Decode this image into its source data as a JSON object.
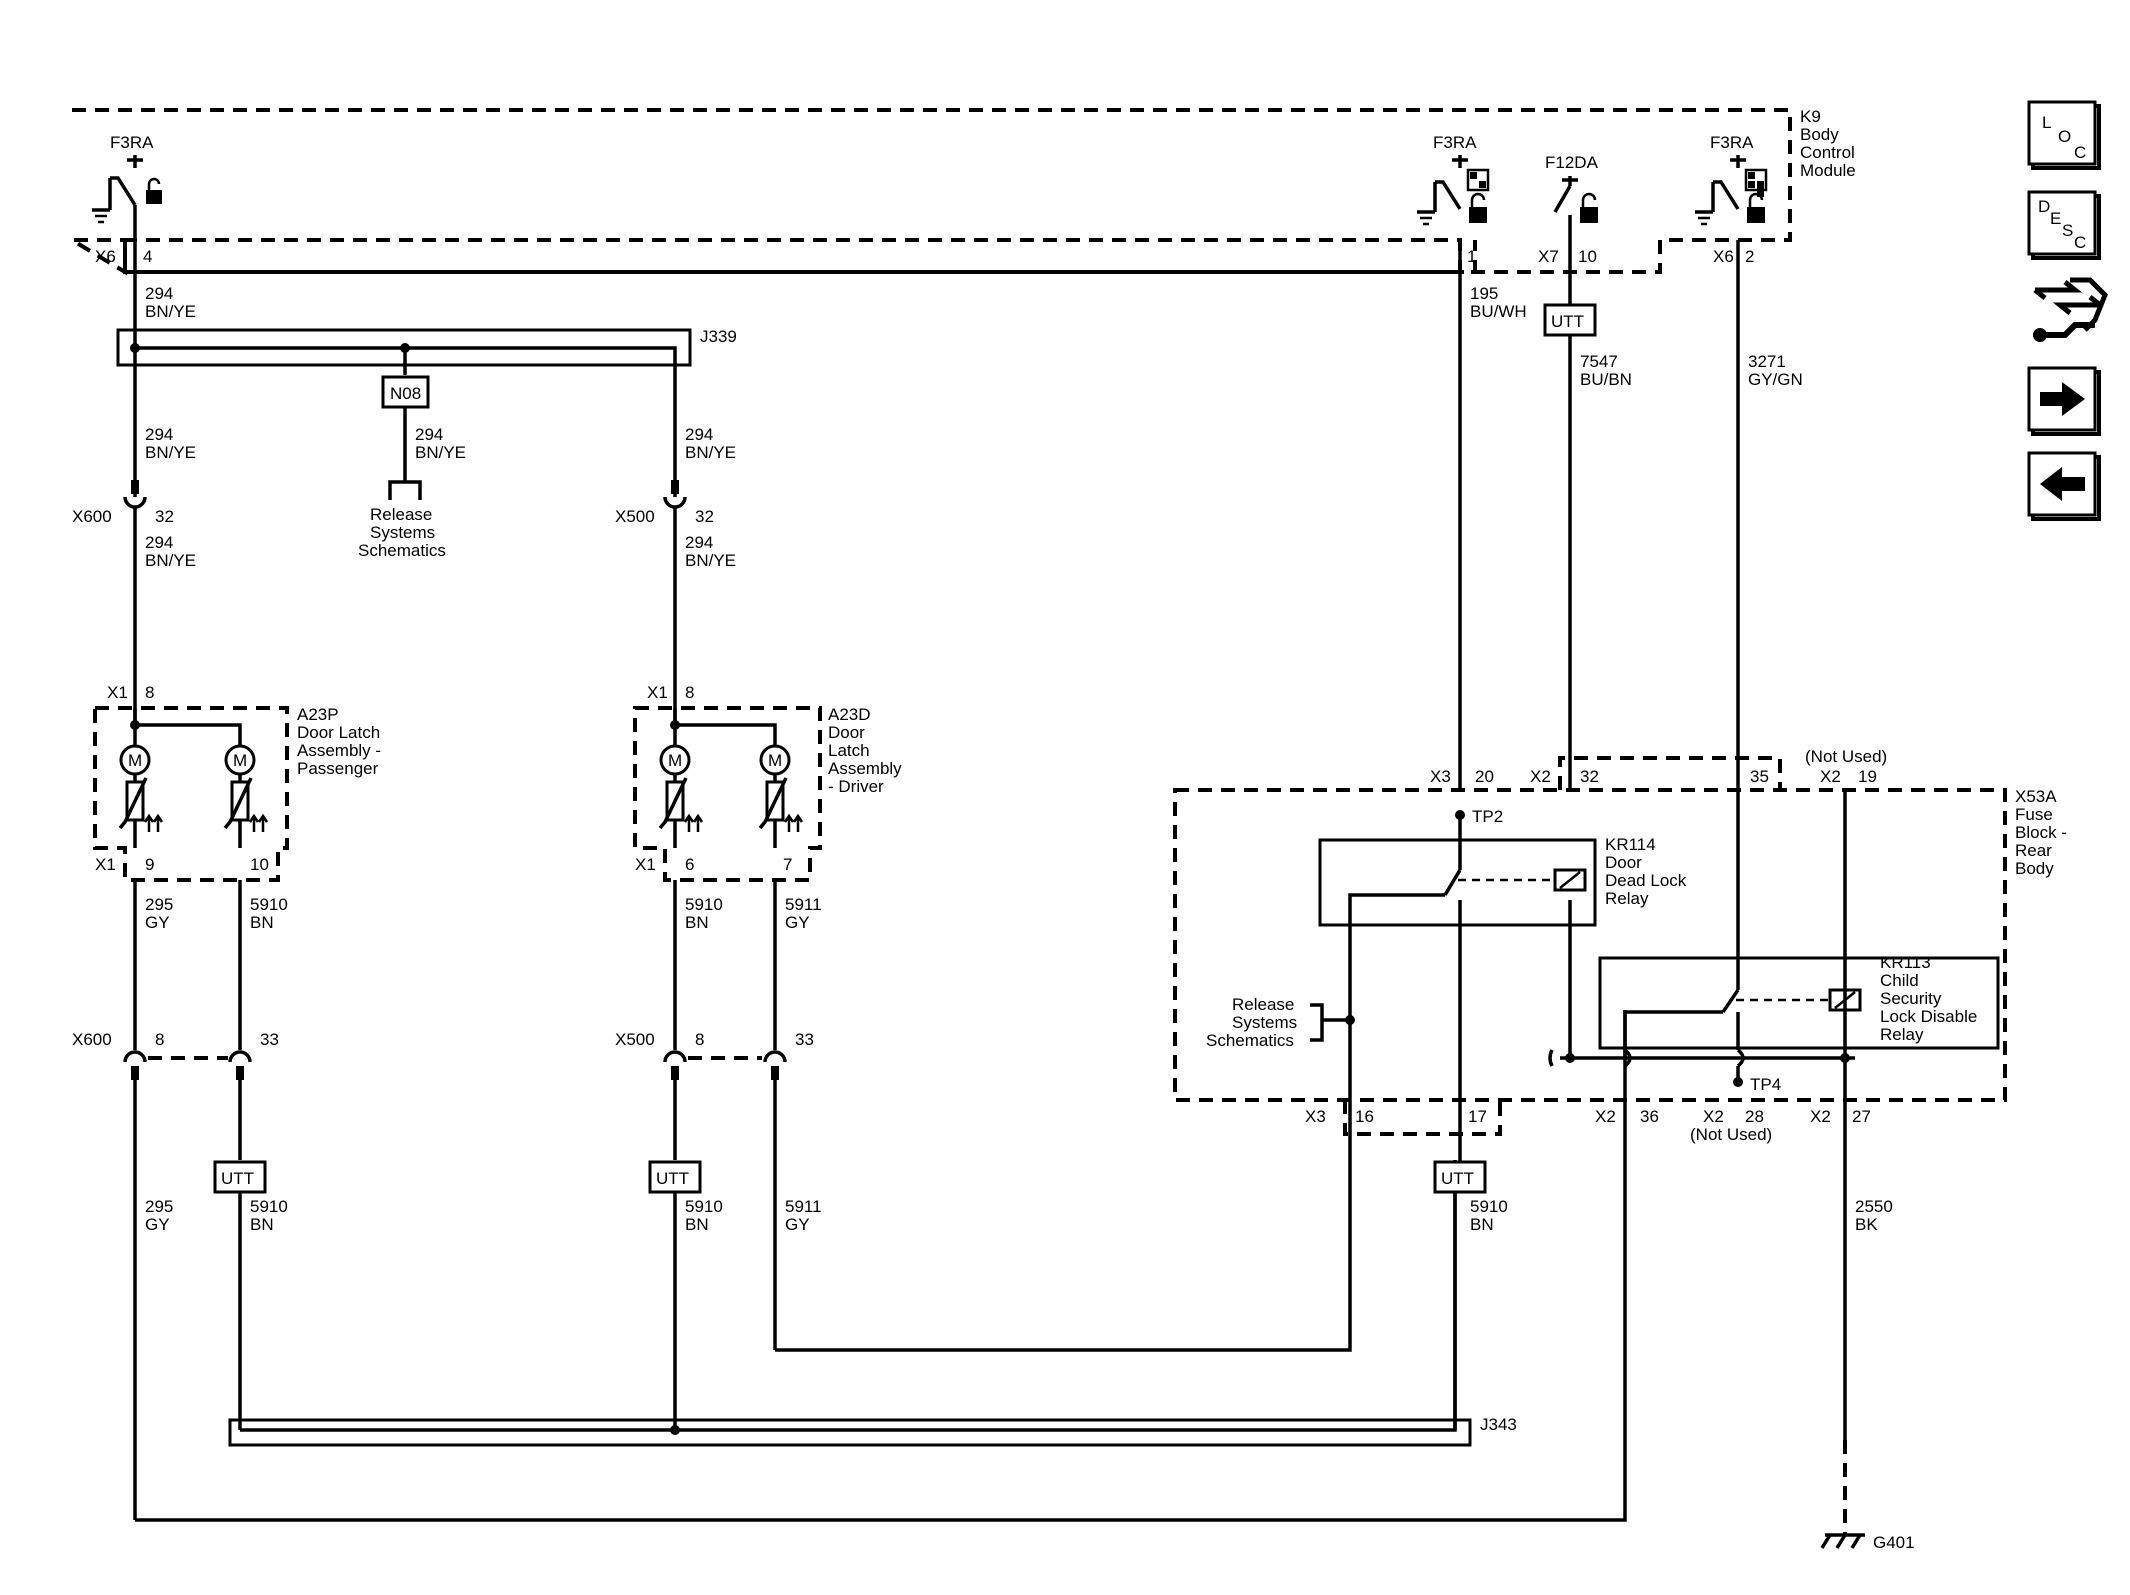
{
  "module": {
    "id": "K9",
    "name_lines": [
      "Body",
      "Control",
      "Module"
    ]
  },
  "fuses": {
    "f3ra_a": "F3RA",
    "f3ra_b": "F3RA",
    "f12da": "F12DA",
    "f3ra_c": "F3RA"
  },
  "bcm_pins": {
    "x6_a": "X6",
    "pin4": "4",
    "pin1": "1",
    "x7": "X7",
    "pin10": "10",
    "x6_b": "X6",
    "pin2": "2"
  },
  "wires": {
    "w294_top": [
      "294",
      "BN/YE"
    ],
    "w195": [
      "195",
      "BU/WH"
    ],
    "w7547": [
      "7547",
      "BU/BN"
    ],
    "w3271": [
      "3271",
      "GY/GN"
    ],
    "w294_left": [
      "294",
      "BN/YE"
    ],
    "w294_mid": [
      "294",
      "BN/YE"
    ],
    "w294_right": [
      "294",
      "BN/YE"
    ],
    "w294_left2": [
      "294",
      "BN/YE"
    ],
    "w294_right2": [
      "294",
      "BN/YE"
    ],
    "w295_a": [
      "295",
      "GY"
    ],
    "w5910_a": [
      "5910",
      "BN"
    ],
    "w5910_b": [
      "5910",
      "BN"
    ],
    "w5911_a": [
      "5911",
      "GY"
    ],
    "w295_b": [
      "295",
      "GY"
    ],
    "w5910_c": [
      "5910",
      "BN"
    ],
    "w5910_d": [
      "5910",
      "BN"
    ],
    "w5911_b": [
      "5911",
      "GY"
    ],
    "w5910_e": [
      "5910",
      "BN"
    ],
    "w2550": [
      "2550",
      "BK"
    ]
  },
  "splices": {
    "j339": "J339",
    "j343": "J343",
    "n08": "N08"
  },
  "utt": "UTT",
  "release_schematics": [
    "Release",
    "Systems",
    "Schematics"
  ],
  "connectors": {
    "x600_a": "X600",
    "x600_a_pin": "32",
    "x500_a": "X500",
    "x500_a_pin": "32",
    "x600_b": "X600",
    "x600_b_pin1": "8",
    "x600_b_pin2": "33",
    "x500_b": "X500",
    "x500_b_pin1": "8",
    "x500_b_pin2": "33"
  },
  "a23p": {
    "lines": [
      "A23P",
      "Door Latch",
      "Assembly -",
      "Passenger"
    ],
    "conn_top": "X1",
    "pin_top": "8",
    "conn_bottom": "X1",
    "pin_a": "9",
    "pin_b": "10",
    "motor": "M"
  },
  "a23d": {
    "lines": [
      "A23D",
      "Door",
      "Latch",
      "Assembly",
      "- Driver"
    ],
    "conn_top": "X1",
    "pin_top": "8",
    "conn_bottom": "X1",
    "pin_a": "6",
    "pin_b": "7",
    "motor": "M"
  },
  "fuse_block": {
    "lines": [
      "X53A",
      "Fuse",
      "Block -",
      "Rear",
      "Body"
    ],
    "x3_top": "X3",
    "pin20": "20",
    "x2_top": "X2",
    "pin32": "32",
    "pin35": "35",
    "not_used_top": "(Not Used)",
    "x2_top_b": "X2",
    "pin19": "19",
    "tp2": "TP2",
    "tp4": "TP4",
    "x3_bottom": "X3",
    "pin16": "16",
    "pin17": "17",
    "x2_bottom_a": "X2",
    "pin36": "36",
    "x2_bottom_b": "X2",
    "pin28": "28",
    "not_used_bottom": "(Not Used)",
    "x2_bottom_c": "X2",
    "pin27": "27"
  },
  "kr114": {
    "lines": [
      "KR114",
      "Door",
      "Dead Lock",
      "Relay"
    ]
  },
  "kr113": {
    "lines": [
      "KR113",
      "Child",
      "Security",
      "Lock Disable",
      "Relay"
    ]
  },
  "ground": "G401",
  "nav": {
    "loc_letters": [
      "L",
      "O",
      "C"
    ],
    "desc_letters": [
      "D",
      "E",
      "S",
      "C"
    ],
    "icons": [
      "loc-icon",
      "desc-icon",
      "connector-tool-icon",
      "arrow-right-icon",
      "arrow-left-icon"
    ]
  }
}
